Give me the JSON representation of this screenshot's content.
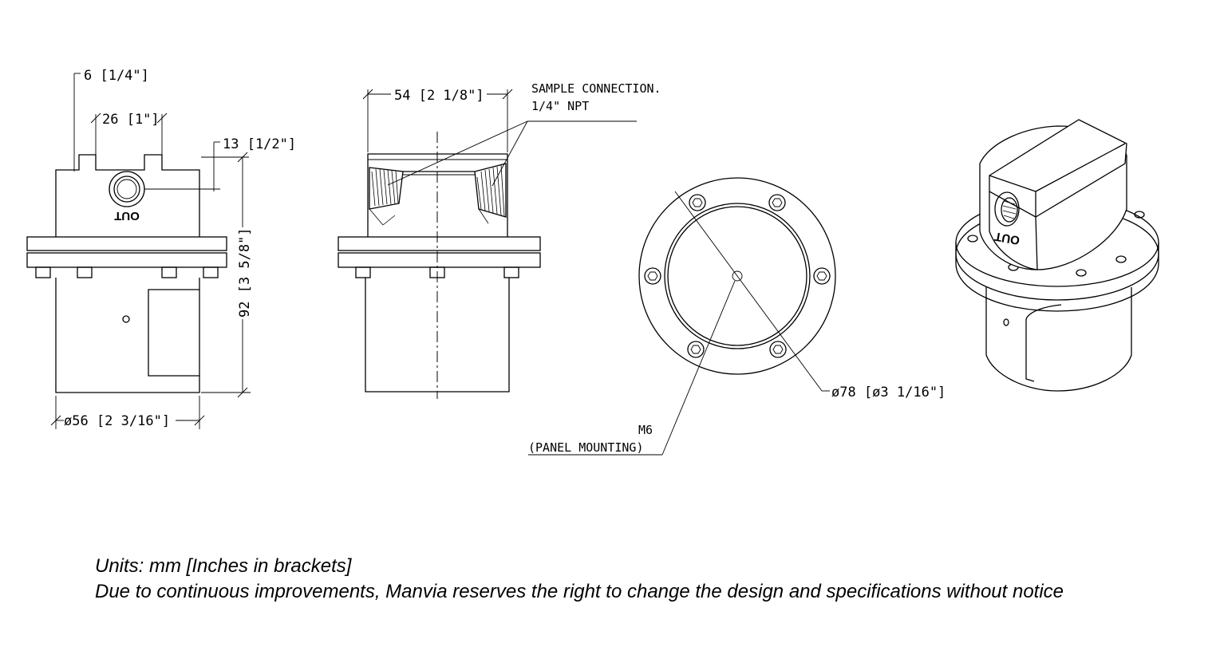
{
  "dimensions": {
    "d6": "6 [1/4\"]",
    "d26": "26 [1\"]",
    "d13": "13 [1/2\"]",
    "d92": "92 [3 5/8\"]",
    "d56": "ø56 [2 3/16\"]",
    "d54": "54 [2 1/8\"]",
    "d78": "ø78 [ø3 1/16\"]"
  },
  "labels": {
    "out": "OUT",
    "out_iso": "OUT",
    "sample_line1": "SAMPLE CONNECTION.",
    "sample_line2": "1/4\" NPT",
    "m6": "M6",
    "panel": "(PANEL MOUNTING)"
  },
  "notes": {
    "units": "Units: mm [Inches in brackets]",
    "disclaimer": "Due to continuous improvements, Manvia reserves the right to change the design and specifications without notice"
  }
}
